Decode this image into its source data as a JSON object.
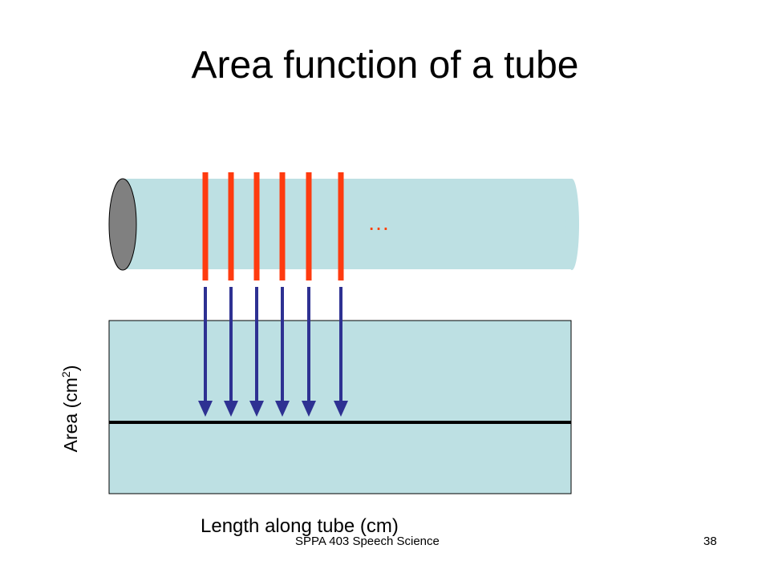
{
  "slide": {
    "title": "Area function of a tube",
    "ellipsis": "…",
    "axis": {
      "ylabel_text": "Area (cm",
      "ylabel_sup": "2",
      "ylabel_close": ")",
      "xlabel": "Length along tube (cm)"
    },
    "footer": "SPPA 403 Speech Science",
    "page_number": "38"
  },
  "colors": {
    "tube_fill": "#bde0e3",
    "tube_end": "#808080",
    "slice_lines": "#ff3b0f",
    "arrows": "#2e3192",
    "area_line": "#000000"
  }
}
